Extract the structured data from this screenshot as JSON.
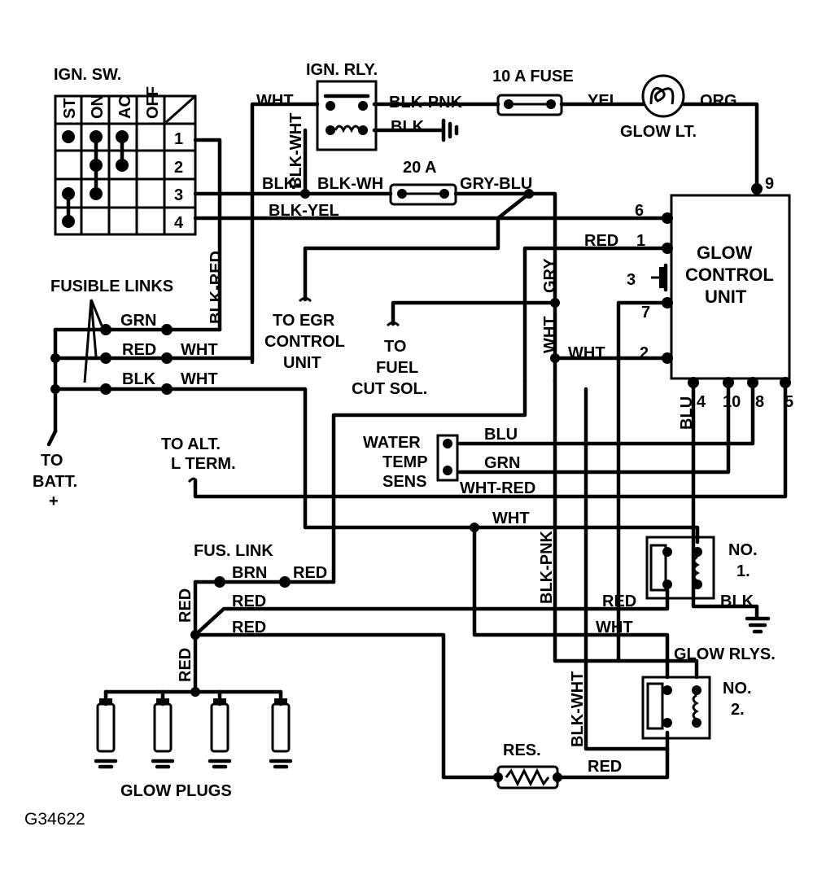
{
  "components": {
    "ign_sw": {
      "title": "IGN. SW.",
      "positions": [
        "ST",
        "ON",
        "AC",
        "OFF"
      ],
      "terminals": [
        "1",
        "2",
        "3",
        "4"
      ]
    },
    "ign_rly": {
      "title": "IGN. RLY."
    },
    "fuse_10a": {
      "title": "10 A FUSE"
    },
    "fuse_20a": {
      "title": "20 A"
    },
    "glow_lt": {
      "title": "GLOW LT."
    },
    "gcu": {
      "line1": "GLOW",
      "line2": "CONTROL",
      "line3": "UNIT",
      "pins": [
        "9",
        "6",
        "1",
        "3",
        "7",
        "2",
        "4",
        "10",
        "8",
        "5"
      ]
    },
    "fusible_links": {
      "title": "FUSIBLE LINKS"
    },
    "to_batt": {
      "line1": "TO",
      "line2": "BATT.",
      "line3": "+"
    },
    "to_alt": {
      "line1": "TO ALT.",
      "line2": "L TERM."
    },
    "to_egr": {
      "line1": "TO EGR",
      "line2": "CONTROL",
      "line3": "UNIT"
    },
    "to_fuel": {
      "line1": "TO",
      "line2": "FUEL",
      "line3": "CUT SOL."
    },
    "water_temp": {
      "line1": "WATER",
      "line2": "TEMP",
      "line3": "SENS"
    },
    "fus_link": {
      "title": "FUS. LINK"
    },
    "glow_rlys": {
      "title": "GLOW RLYS.",
      "no1_a": "NO.",
      "no1_b": "1.",
      "no2_a": "NO.",
      "no2_b": "2."
    },
    "res": {
      "title": "RES."
    },
    "glow_plugs": {
      "title": "GLOW PLUGS"
    }
  },
  "wires": {
    "wht_top": "WHT",
    "blk_pnk_top": "BLK-PNK",
    "yel": "YEL",
    "org": "ORG",
    "blk_rly": "BLK",
    "blk_wht_vert": "BLK-WHT",
    "blk_left": "BLK-",
    "blk_wh": "BLK-WH",
    "gry_blu": "GRY-BLU",
    "blk_yel": "BLK-YEL",
    "red_gcu1": "RED",
    "blk_red": "BLK-RED",
    "grn_fl": "GRN",
    "red_fl": "RED",
    "wht_fl": "WHT",
    "blk_fl": "BLK",
    "wht_fl2": "WHT",
    "gry": "GRY",
    "wht_vert": "WHT",
    "wht_gcu2": "WHT",
    "blu_gcu4": "BLU",
    "blu_sensor": "BLU",
    "grn_sensor": "GRN",
    "wht_red": "WHT-RED",
    "wht_mid": "WHT",
    "brn": "BRN",
    "red_fus": "RED",
    "red_vert1": "RED",
    "red_a": "RED",
    "red_b": "RED",
    "red_vert2": "RED",
    "blk_pnk_vert": "BLK-PNK",
    "red_rly": "RED",
    "wht_rly": "WHT",
    "blk_gnd": "BLK",
    "blk_wht_low": "BLK-WHT",
    "red_res": "RED"
  },
  "figure_code": "G34622"
}
